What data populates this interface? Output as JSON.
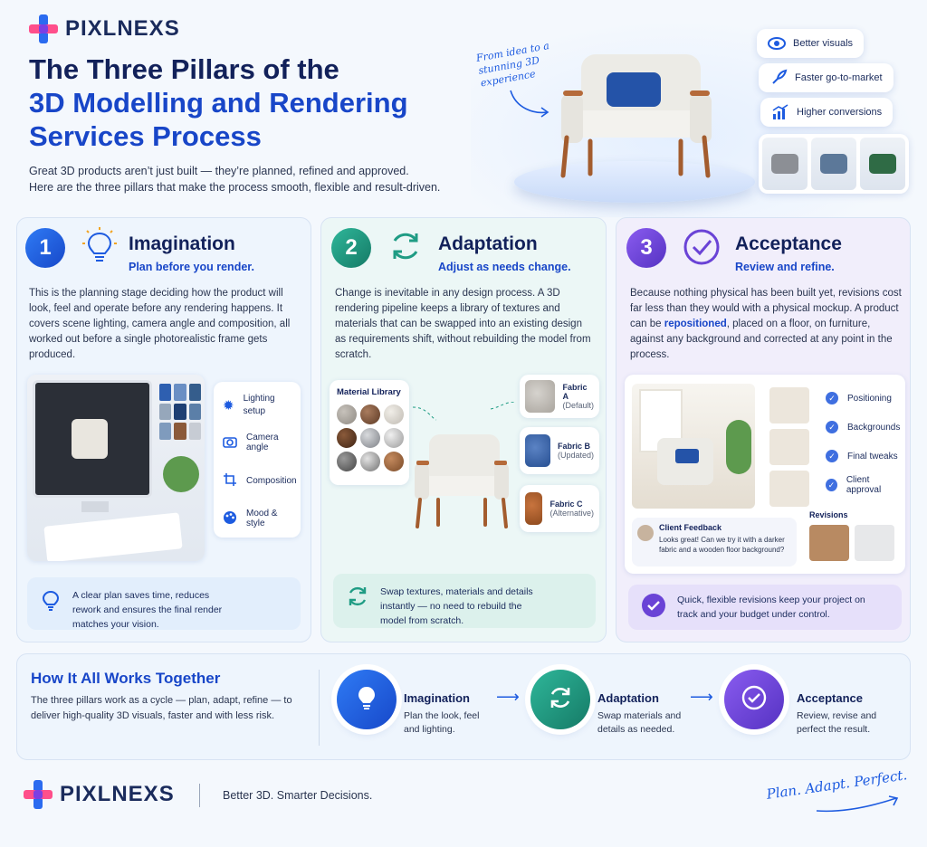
{
  "brand": {
    "name": "PIXLNEXS",
    "tagline": "Better 3D. Smarter Decisions.",
    "signature": "Plan. Adapt. Perfect."
  },
  "header": {
    "title_line1": "The Three Pillars of the",
    "title_line2": "3D Modelling and Rendering",
    "title_line3": "Services Process",
    "intro_line1": "Great 3D products aren’t just built — they’re planned, refined and approved.",
    "intro_line2": "Here are the three pillars that make the process smooth, flexible and result-driven."
  },
  "hero": {
    "handwritten": "From idea to a stunning 3D experience",
    "benefits": [
      {
        "icon": "eye-icon",
        "label": "Better visuals"
      },
      {
        "icon": "rocket-icon",
        "label": "Faster go-to-market"
      },
      {
        "icon": "chart-icon",
        "label": "Higher conversions"
      }
    ]
  },
  "pillars": [
    {
      "number": "1",
      "title": "Imagination",
      "subtitle": "Plan before you render.",
      "body": "This is the planning stage deciding how the product will look, feel and operate before any rendering happens. It covers scene lighting, camera angle and composition, all worked out before a single photorealistic frame gets produced.",
      "features": [
        "Lighting setup",
        "Camera angle",
        "Composition",
        "Mood & style"
      ],
      "note": "A clear plan saves time, reduces rework and ensures the final render matches your vision."
    },
    {
      "number": "2",
      "title": "Adaptation",
      "subtitle": "Adjust as needs change.",
      "body": "Change is inevitable in any design process. A 3D rendering pipeline keeps a library of textures and materials that can be swapped into an existing design as requirements shift, without rebuilding the model from scratch.",
      "library_label": "Material Library",
      "fabrics": [
        {
          "name": "Fabric A",
          "tag": "(Default)"
        },
        {
          "name": "Fabric B",
          "tag": "(Updated)"
        },
        {
          "name": "Fabric C",
          "tag": "(Alternative)"
        }
      ],
      "note": "Swap textures, materials and details instantly — no need to rebuild the model from scratch."
    },
    {
      "number": "3",
      "title": "Acceptance",
      "subtitle": "Review and refine.",
      "body_pre": "Because nothing physical has been built yet, revisions cost far less than they would with a physical mockup. A product can be ",
      "body_emph": "repositioned",
      "body_post": ", placed on a floor, on furniture, against any background and corrected at any point in the process.",
      "checklist": [
        "Positioning",
        "Backgrounds",
        "Final tweaks",
        "Client approval"
      ],
      "feedback_title": "Client Feedback",
      "feedback_text": "Looks great! Can we try it with a darker fabric and a wooden floor background?",
      "revisions_label": "Revisions",
      "note": "Quick, flexible revisions keep your project on track and your budget under control."
    }
  ],
  "how": {
    "title": "How It All Works Together",
    "text": "The three pillars work as a cycle — plan, adapt, refine — to deliver high-quality 3D visuals, faster and with less risk.",
    "steps": [
      {
        "title": "Imagination",
        "text": "Plan the look, feel and lighting."
      },
      {
        "title": "Adaptation",
        "text": "Swap materials and details as needed."
      },
      {
        "title": "Acceptance",
        "text": "Review, revise and perfect the result."
      }
    ]
  },
  "colors": {
    "blue": "#1d5be0",
    "teal": "#1f9c84",
    "purple": "#6a43d6",
    "navy": "#12215a"
  }
}
